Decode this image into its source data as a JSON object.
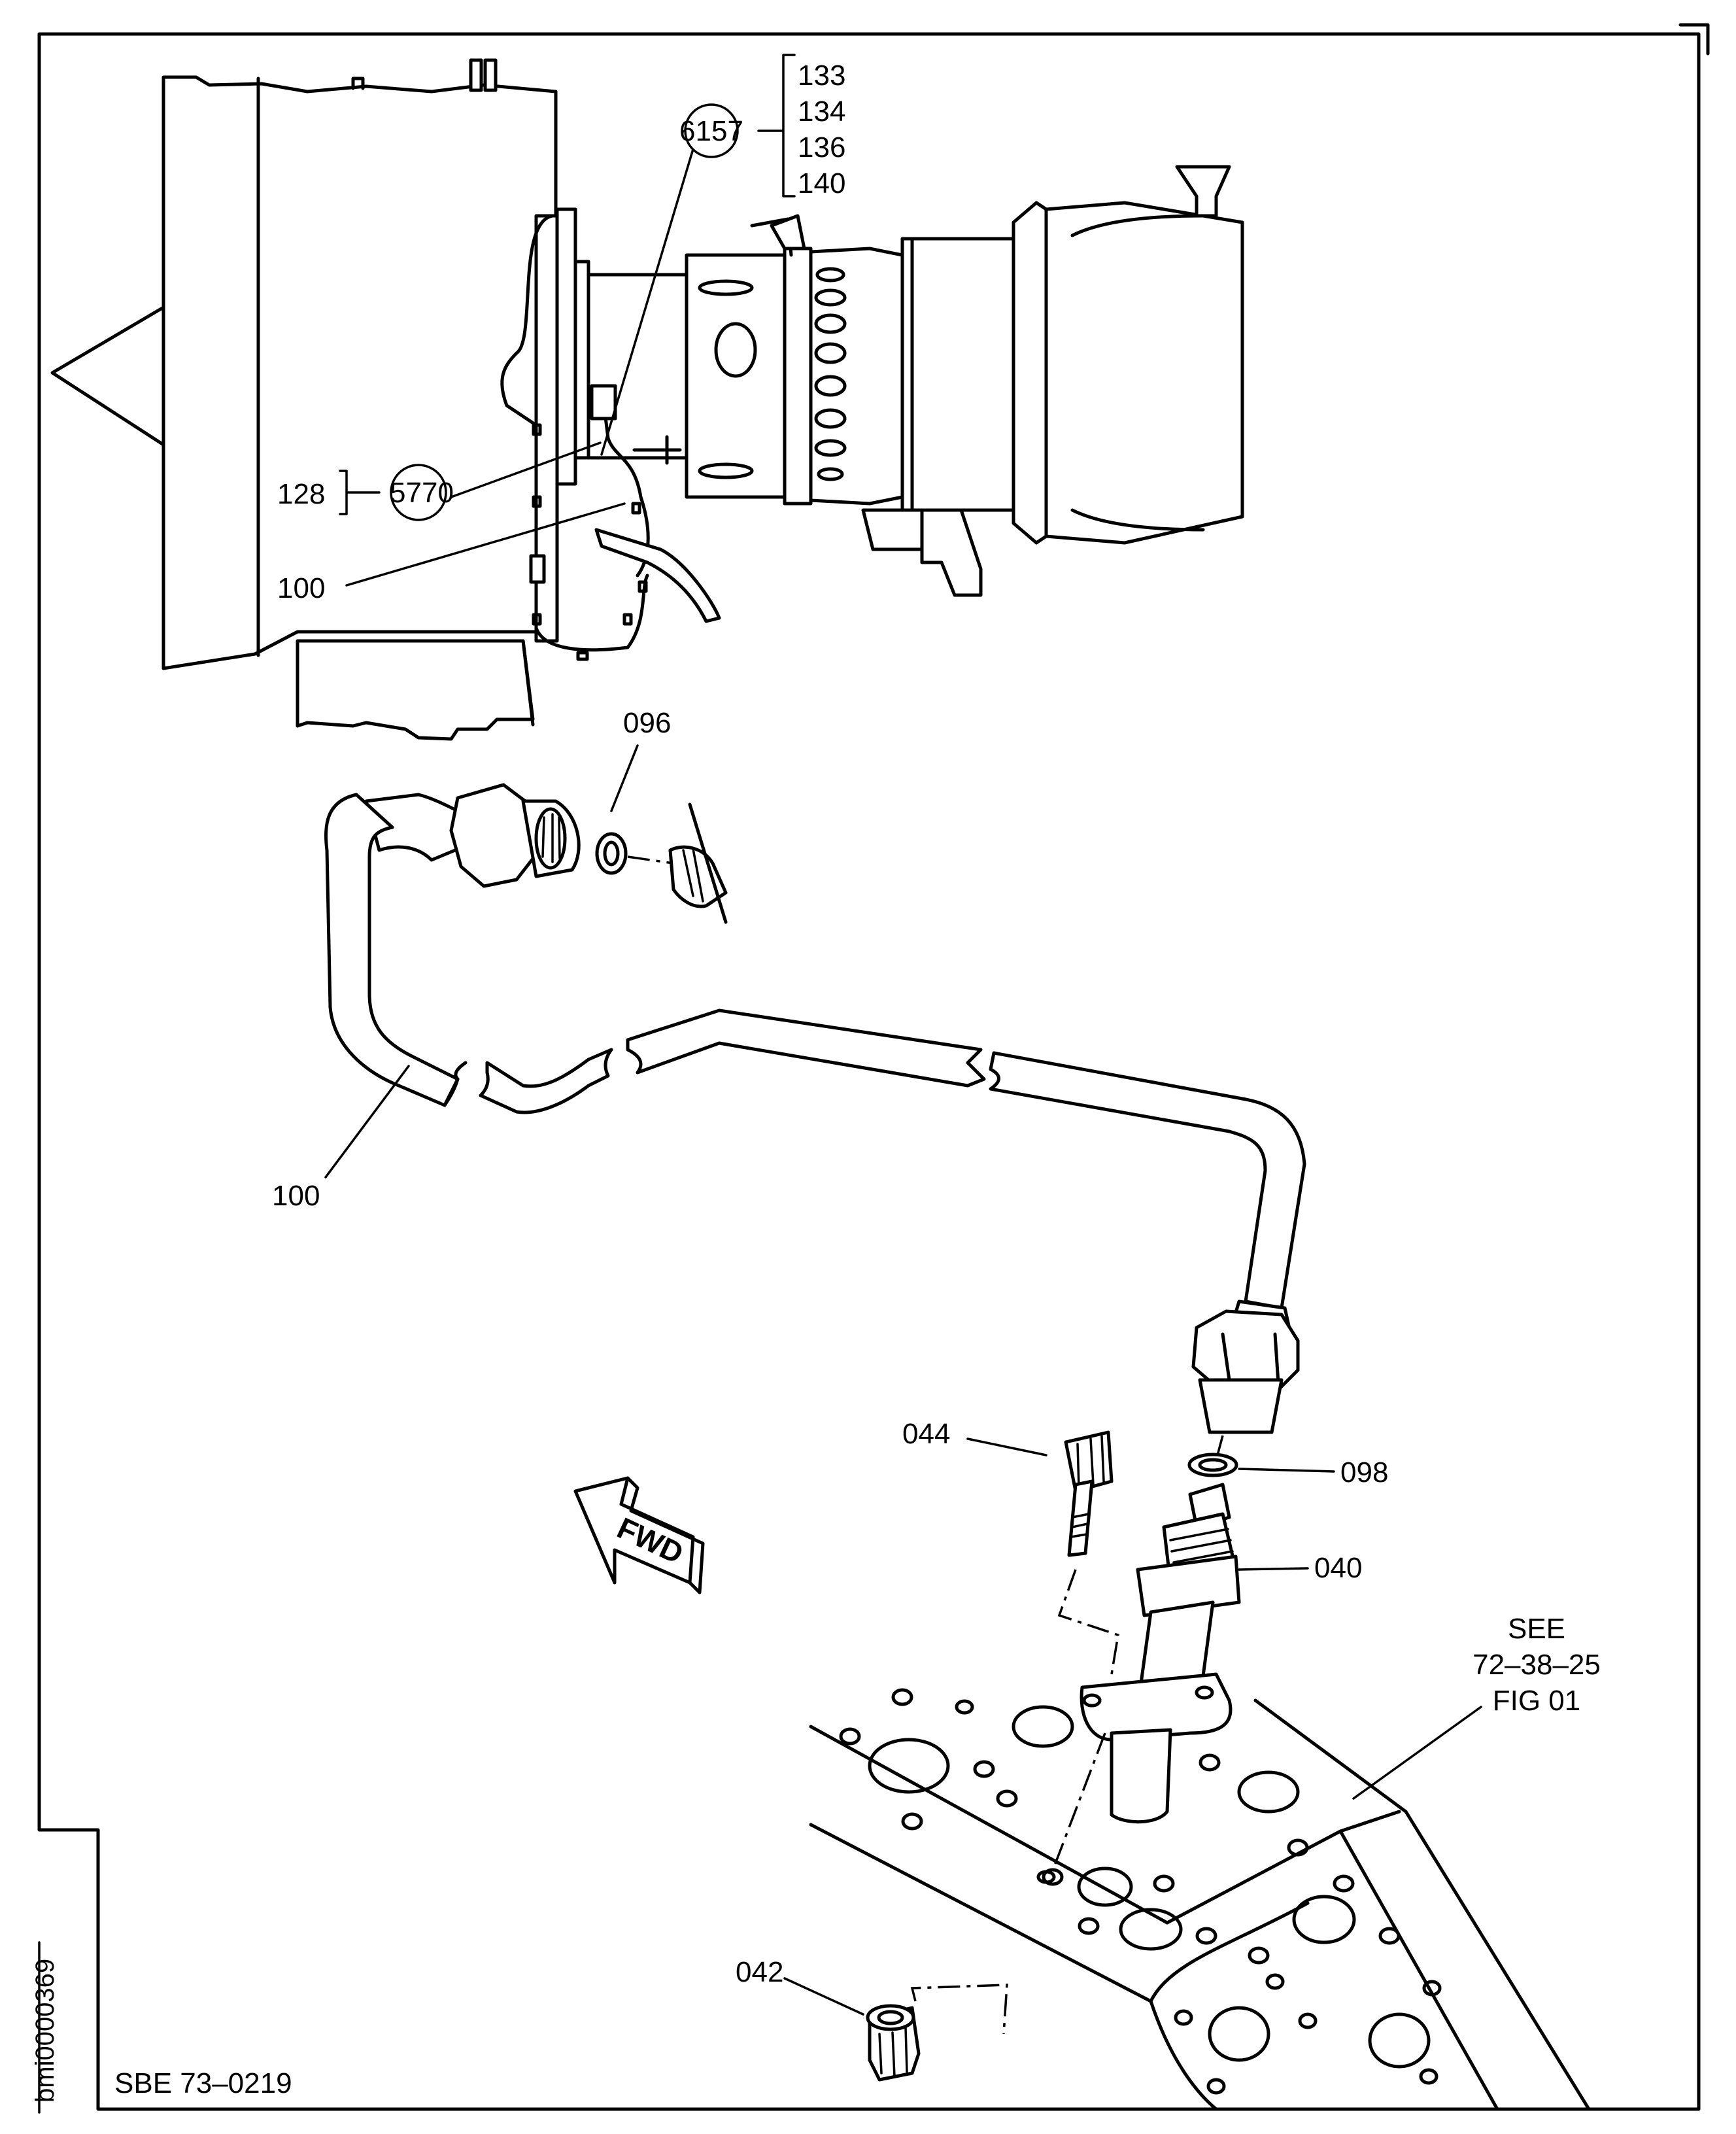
{
  "labels": {
    "item_133": "133",
    "item_134": "134",
    "item_136": "136",
    "item_140": "140",
    "circle_6157": "6157",
    "item_128": "128",
    "circle_5770": "5770",
    "item_100_top": "100",
    "item_096": "096",
    "item_100_tube": "100",
    "item_044": "044",
    "item_098": "098",
    "item_040": "040",
    "item_042": "042",
    "see_line1": "SEE",
    "see_line2": "72–38–25",
    "see_line3": "FIG 01",
    "fwd": "FWD"
  },
  "footer": {
    "sbe": "SBE 73–0219",
    "figure_id": "bmi0000369"
  }
}
